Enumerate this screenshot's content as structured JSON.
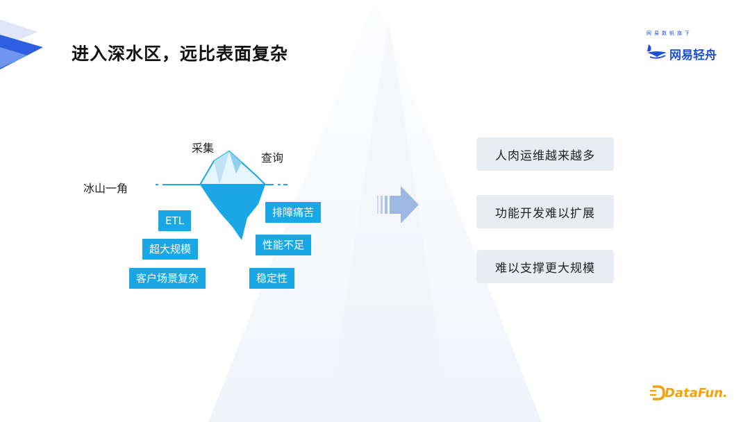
{
  "header": {
    "title": "进入深水区，远比表面复杂"
  },
  "brand": {
    "tagline": "网易数帆旗下",
    "name": "网易轻舟"
  },
  "iceberg": {
    "waterline_label": "冰山一角",
    "tip_labels": {
      "left": "采集",
      "right": "查询"
    },
    "hidden_tags_left": [
      "ETL",
      "超大规模",
      "客户场景复杂"
    ],
    "hidden_tags_right": [
      "排障痛苦",
      "性能不足",
      "稳定性"
    ]
  },
  "results": [
    "人肉运维越来越多",
    "功能开发难以扩展",
    "难以支撑更大规模"
  ],
  "footer": {
    "logo_text": "DataFun."
  }
}
